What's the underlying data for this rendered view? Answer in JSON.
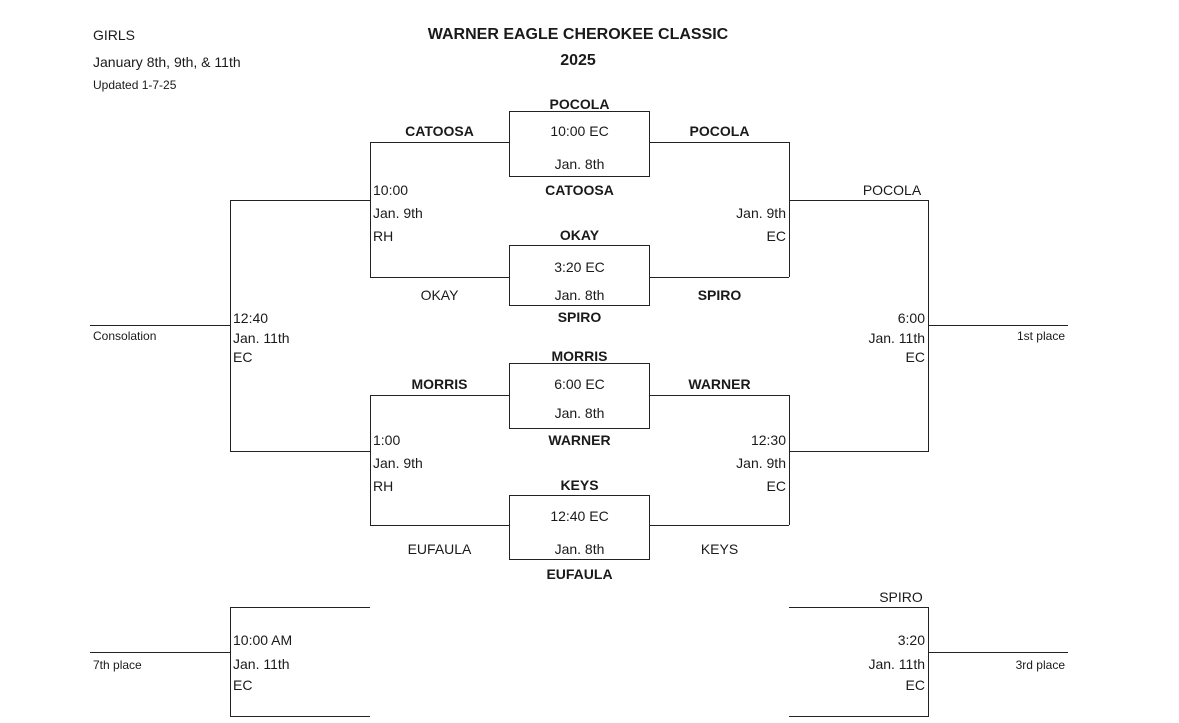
{
  "header": {
    "division": "GIRLS",
    "dates": "January 8th, 9th, & 11th",
    "updated": "Updated 1-7-25",
    "title": "WARNER EAGLE CHEROKEE CLASSIC",
    "year": "2025"
  },
  "first_round": [
    {
      "top": "POCOLA",
      "time": "10:00 EC",
      "date": "Jan. 8th",
      "bottom": "CATOOSA"
    },
    {
      "top": "OKAY",
      "time": "3:20 EC",
      "date": "Jan. 8th",
      "bottom": "SPIRO"
    },
    {
      "top": "MORRIS",
      "time": "6:00 EC",
      "date": "Jan. 8th",
      "bottom": "WARNER"
    },
    {
      "top": "KEYS",
      "time": "12:40 EC",
      "date": "Jan. 8th",
      "bottom": "EUFAULA"
    }
  ],
  "losers_side": {
    "game1": {
      "team_top": "CATOOSA",
      "team_bottom": "OKAY",
      "time": "10:00",
      "date": "Jan. 9th",
      "site": "RH"
    },
    "game2": {
      "team_top": "MORRIS",
      "team_bottom": "EUFAULA",
      "time": "1:00",
      "date": "Jan. 9th",
      "site": "RH"
    },
    "consolation": {
      "time": "12:40",
      "date": "Jan. 11th",
      "site": "EC",
      "label": "Consolation"
    },
    "seventh": {
      "time": "10:00 AM",
      "date": "Jan. 11th",
      "site": "EC",
      "label": "7th place"
    }
  },
  "winners_side": {
    "game1": {
      "team_top": "POCOLA",
      "team_bottom": "SPIRO",
      "date": "Jan. 9th",
      "site": "EC"
    },
    "game2": {
      "team_top": "WARNER",
      "team_bottom": "KEYS",
      "time": "12:30",
      "date": "Jan. 9th",
      "site": "EC"
    },
    "championship": {
      "team_top": "POCOLA",
      "time": "6:00",
      "date": "Jan. 11th",
      "site": "EC",
      "label": "1st place"
    },
    "third": {
      "team_top": "SPIRO",
      "time": "3:20",
      "date": "Jan. 11th",
      "site": "EC",
      "label": "3rd place"
    }
  }
}
